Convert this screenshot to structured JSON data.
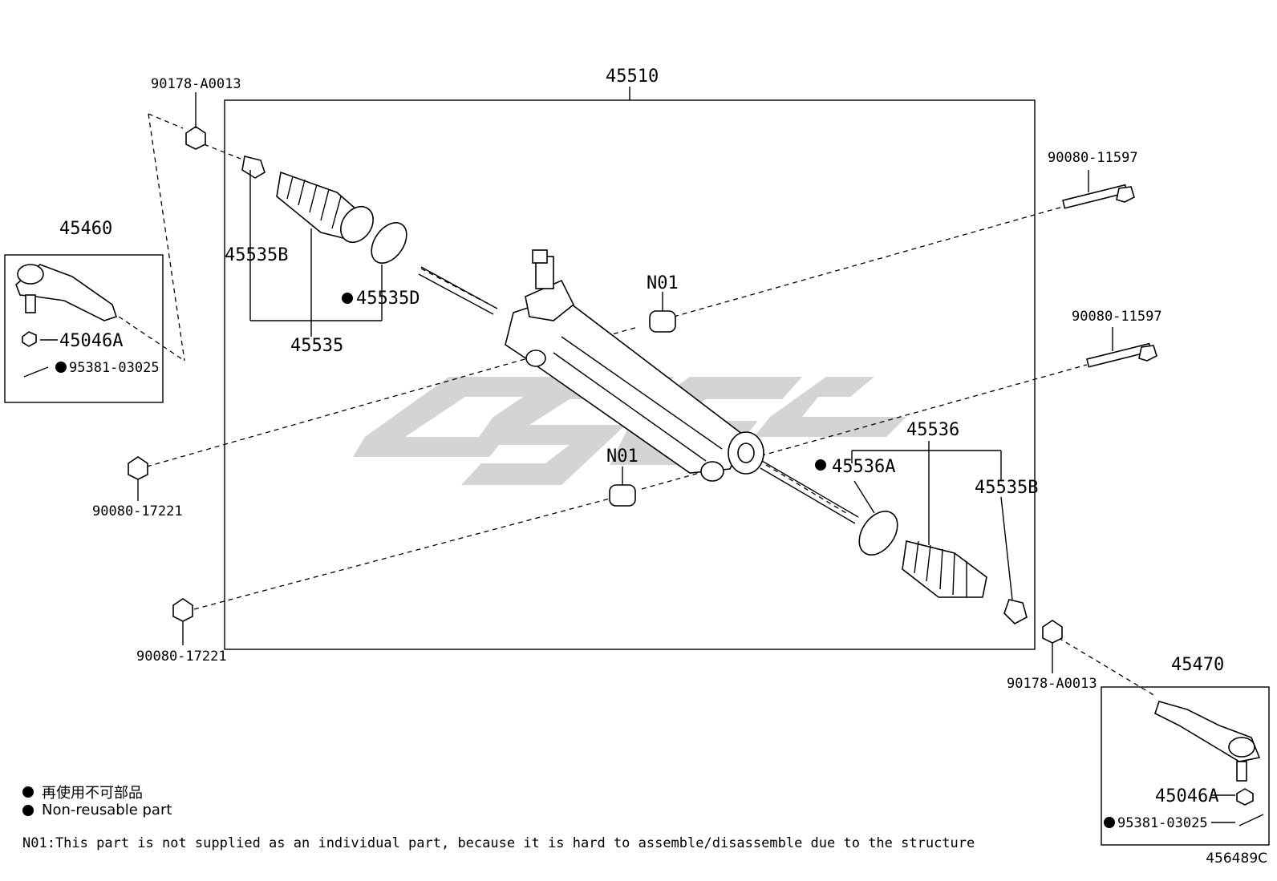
{
  "diagram": {
    "main_assembly_label": "45510",
    "labels": {
      "bolt_tl": "90178-A0013",
      "bolt_br": "90178-A0013",
      "tie_end_left": "45460",
      "tie_end_right": "45470",
      "nut_left": "45046A",
      "nut_right": "45046A",
      "pin_left": "95381-03025",
      "pin_right": "95381-03025",
      "clip_left": "45535B",
      "clip_right": "45535B",
      "boot_left": "45535",
      "clamp_left": "45535D",
      "boot_right": "45536",
      "clamp_right": "45536A",
      "bushing_upper": "N01",
      "bushing_lower": "N01",
      "bolt_long_1": "90080-11597",
      "bolt_long_2": "90080-11597",
      "nut_flange_1": "90080-17221",
      "nut_flange_2": "90080-17221"
    }
  },
  "legend": {
    "jp": "再使用不可部品",
    "en": "Non-reusable part"
  },
  "note": "N01:This part is not supplied as an individual part, because it is hard to assemble/disassemble due to the structure",
  "illustration_code": "456489C"
}
